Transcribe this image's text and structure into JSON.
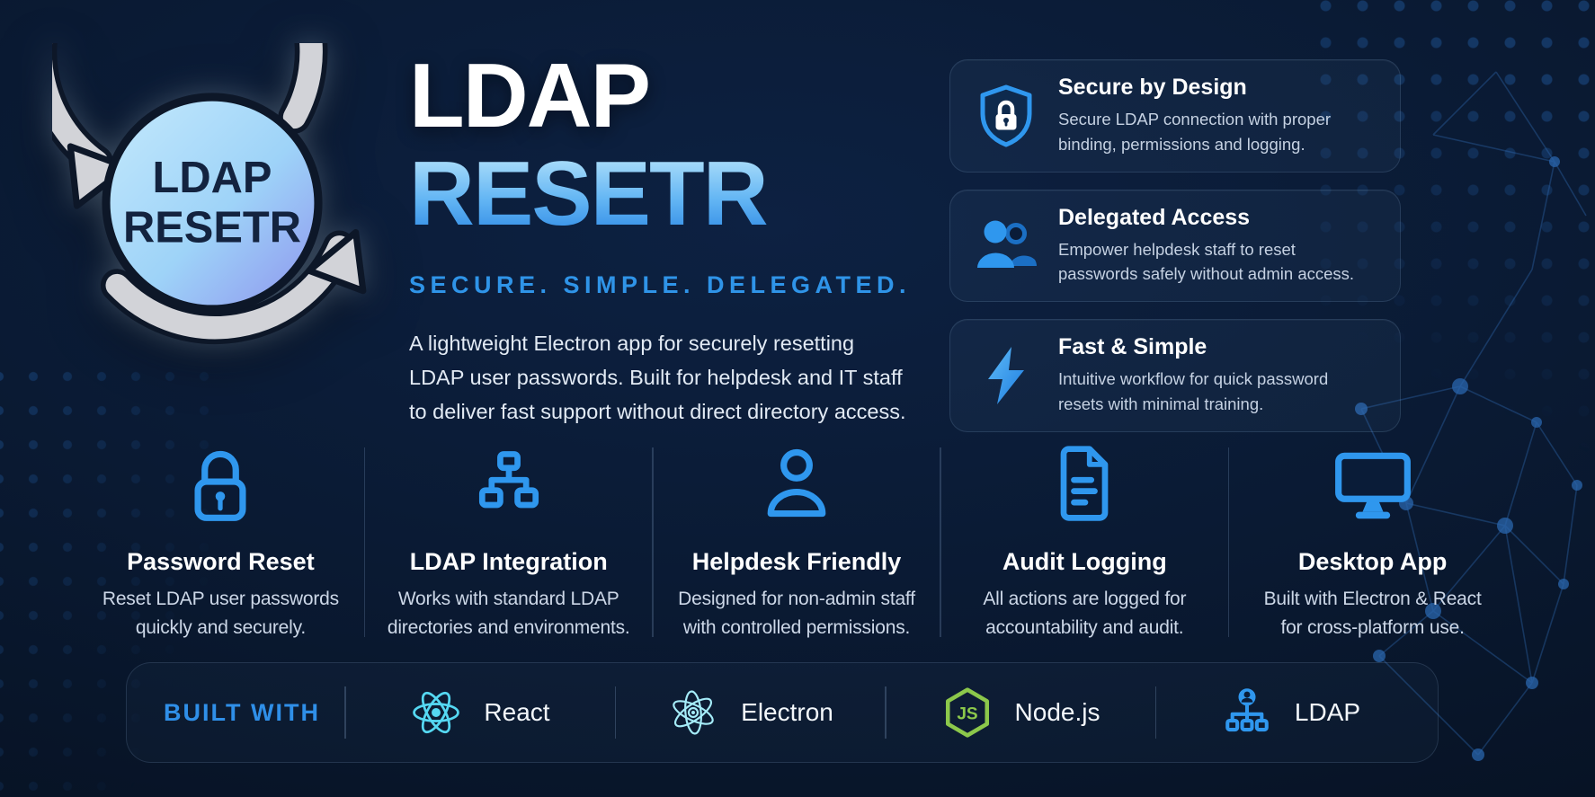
{
  "logo": {
    "line1": "LDAP",
    "line2": "RESETR"
  },
  "hero": {
    "title_line1": "LDAP",
    "title_line2": "RESETR",
    "tagline": "SECURE. SIMPLE. DELEGATED.",
    "description": "A lightweight Electron app for securely resetting\nLDAP user passwords. Built for helpdesk and IT staff\nto deliver fast support without direct directory access."
  },
  "highlight_cards": [
    {
      "icon": "shield-lock-icon",
      "title": "Secure by Design",
      "description": "Secure LDAP connection with proper\nbinding, permissions and logging."
    },
    {
      "icon": "users-icon",
      "title": "Delegated Access",
      "description": "Empower helpdesk staff to reset\npasswords safely without admin access."
    },
    {
      "icon": "lightning-icon",
      "title": "Fast & Simple",
      "description": "Intuitive workflow for quick password\nresets with minimal training."
    }
  ],
  "features": [
    {
      "icon": "lock-icon",
      "title": "Password Reset",
      "description": "Reset LDAP user passwords\nquickly and securely."
    },
    {
      "icon": "hierarchy-icon",
      "title": "LDAP Integration",
      "description": "Works with standard LDAP\ndirectories and environments."
    },
    {
      "icon": "person-icon",
      "title": "Helpdesk Friendly",
      "description": "Designed for non-admin staff\nwith controlled permissions."
    },
    {
      "icon": "document-icon",
      "title": "Audit Logging",
      "description": "All actions are logged for\naccountability and audit."
    },
    {
      "icon": "monitor-icon",
      "title": "Desktop App",
      "description": "Built with Electron & React\nfor cross-platform use."
    }
  ],
  "built_with": {
    "label": "BUILT WITH",
    "js_glyph": "JS",
    "items": [
      {
        "icon": "react-icon",
        "name": "React"
      },
      {
        "icon": "electron-icon",
        "name": "Electron"
      },
      {
        "icon": "nodejs-icon",
        "name": "Node.js"
      },
      {
        "icon": "ldap-tree-icon",
        "name": "LDAP"
      }
    ]
  },
  "colors": {
    "background": "#0a1a33",
    "accent_blue": "#2f97ee",
    "tagline_blue": "#2f94e8",
    "title_gradient_top": "#b7e4fb",
    "title_gradient_bottom": "#2c88e4",
    "react_cyan": "#55d8f2",
    "electron_cyan": "#a5ecf9",
    "node_green": "#8cc84b",
    "logo_circle_light": "#b8e4fb",
    "logo_circle_purple": "#8e93ee",
    "logo_arrow_gray": "#d2d3d8"
  }
}
